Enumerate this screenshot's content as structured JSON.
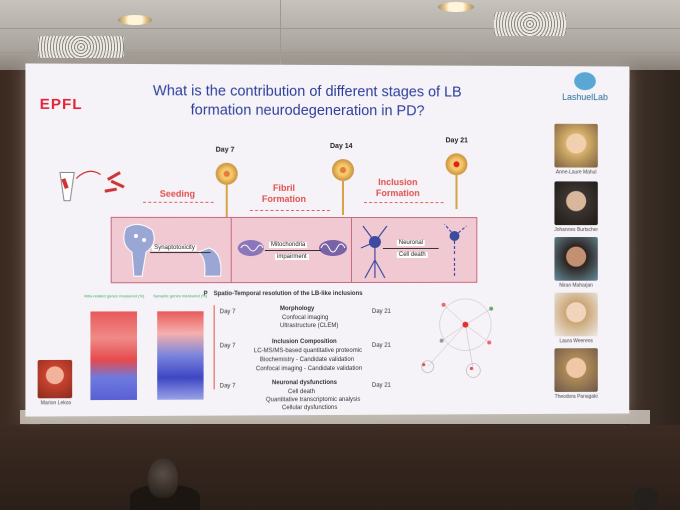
{
  "slide": {
    "title": "What is the contribution of different stages of LB formation neurodegeneration in PD?",
    "logo": "EPFL",
    "lab_logo": "LashuelLab",
    "days": [
      "Day 7",
      "Day 14",
      "Day 21"
    ],
    "stages": [
      "Seeding",
      "Fibril Formation",
      "Inclusion Formation"
    ],
    "band": {
      "label_1": "Synaptotoxicity",
      "label_2a": "Mitochondria",
      "label_2b": "impairment",
      "label_3a": "Neuronal",
      "label_3b": "Cell death"
    },
    "panel": {
      "header": "Spatio-Temporal resolution of the LB-like inclusions",
      "letter": "P",
      "rows": [
        {
          "day": "Day 7",
          "title": "Morphology",
          "subs": [
            "Confocal imaging",
            "Ultrastructure (CLEM)"
          ],
          "end": "Day 21"
        },
        {
          "day": "Day 7",
          "title": "Inclusion Composition",
          "subs": [
            "LC-MS/MS-based quantitative proteomic",
            "Biochemistry - Candidate validation",
            "Confocal imaging - Candidate validation"
          ],
          "end": "Day 21"
        },
        {
          "day": "Day 7",
          "title": "Neuronal dysfunctions",
          "subs": [
            "Cell death",
            "Quantitative transcriptomic analysis",
            "Cellular dysfunctions"
          ],
          "end": "Day 21"
        }
      ]
    },
    "heatmap_titles": [
      "Mito-related genes measured (%)",
      "Synaptic genes measured (%)"
    ],
    "left_person": "Marion Lekos",
    "people": [
      "Anne-Laure Mahul",
      "Johannes Burtscher",
      "Niran Maharjan",
      "Laura Weerens",
      "Theodora Panagaki"
    ]
  },
  "colors": {
    "title": "#2c3e9a",
    "accent": "#e0504e",
    "band": "#f1c9d2",
    "logo": "#e5243a"
  }
}
